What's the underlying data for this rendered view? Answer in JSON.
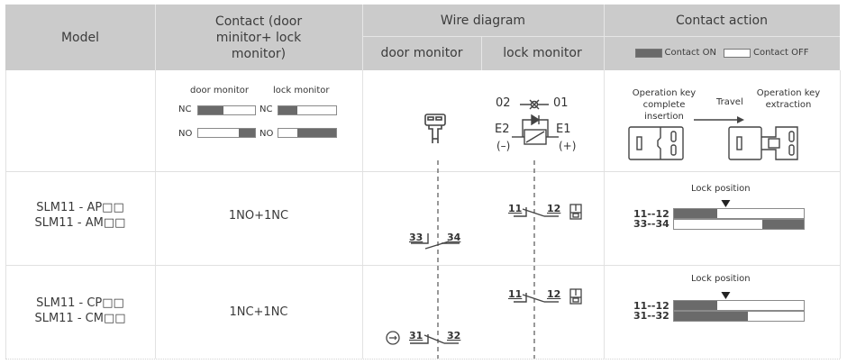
{
  "colors": {
    "header_bg": "#cbcbcb",
    "contact_on": "#6a6a6a",
    "contact_off": "#ffffff"
  },
  "header": {
    "model": "Model",
    "contact": "Contact (door minitor+ lock monitor)",
    "wire_diagram": "Wire diagram",
    "door_monitor": "door monitor",
    "lock_monitor": "lock monitor",
    "contact_action": "Contact action",
    "legend_on": "Contact ON",
    "legend_off": "Contact OFF"
  },
  "legend_row": {
    "contact": {
      "door_monitor_label": "door monitor",
      "lock_monitor_label": "lock monitor",
      "nc": "NC",
      "no": "NO",
      "door_nc_on_fraction": [
        0,
        0.45
      ],
      "door_no_on_fraction": [
        0.72,
        1.0
      ],
      "lock_nc_on_fraction": [
        0,
        0.33
      ],
      "lock_no_on_fraction": [
        0.33,
        1.0
      ]
    },
    "wire": {
      "lamp_left": "02",
      "lamp_right": "01",
      "coil_left": "E2",
      "coil_right": "E1",
      "coil_left_polarity": "(–)",
      "coil_right_polarity": "(+)",
      "door_icon": "operation-key-icon",
      "lock_icon": "solenoid-coil-diode-icon"
    },
    "action": {
      "insertion": "Operation key complete insertion",
      "travel": "Travel",
      "extraction": "Operation key extraction"
    }
  },
  "rows": [
    {
      "models": [
        "SLM11 - AP□□",
        "SLM11 - AM□□"
      ],
      "contact": "1NO+1NC",
      "door_contact": {
        "left": "33",
        "right": "34",
        "type": "NO"
      },
      "lock_contact": {
        "left": "11",
        "right": "12",
        "type": "NC"
      },
      "lock_position_label": "Lock position",
      "lock_position_fraction": 0.4,
      "timing": [
        {
          "label": "11--12",
          "on": [
            0,
            0.33
          ]
        },
        {
          "label": "33--34",
          "on": [
            0.68,
            1.0
          ]
        }
      ]
    },
    {
      "models": [
        "SLM11 - CP□□",
        "SLM11 - CM□□"
      ],
      "contact": "1NC+1NC",
      "door_contact": {
        "left": "31",
        "right": "32",
        "type": "NC",
        "positive_opening": true
      },
      "lock_contact": {
        "left": "11",
        "right": "12",
        "type": "NC"
      },
      "lock_position_label": "Lock position",
      "lock_position_fraction": 0.4,
      "timing": [
        {
          "label": "11--12",
          "on": [
            0,
            0.33
          ]
        },
        {
          "label": "31--32",
          "on": [
            0,
            0.57
          ]
        }
      ]
    }
  ]
}
